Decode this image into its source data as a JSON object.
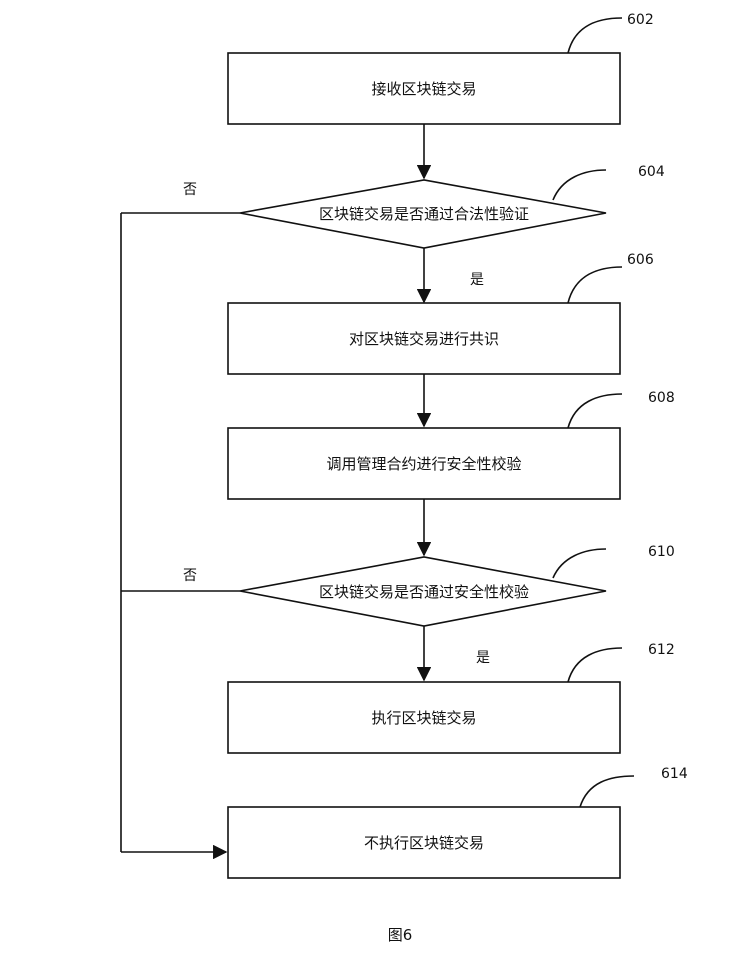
{
  "nodes": {
    "n602": {
      "ref": "602",
      "text": "接收区块链交易"
    },
    "n604": {
      "ref": "604",
      "text": "区块链交易是否通过合法性验证"
    },
    "n606": {
      "ref": "606",
      "text": "对区块链交易进行共识"
    },
    "n608": {
      "ref": "608",
      "text": "调用管理合约进行安全性校验"
    },
    "n610": {
      "ref": "610",
      "text": "区块链交易是否通过安全性校验"
    },
    "n612": {
      "ref": "612",
      "text": "执行区块链交易"
    },
    "n614": {
      "ref": "614",
      "text": "不执行区块链交易"
    }
  },
  "branches": {
    "no_604": "否",
    "yes_604": "是",
    "no_610": "否",
    "yes_610": "是"
  },
  "caption": "图6"
}
